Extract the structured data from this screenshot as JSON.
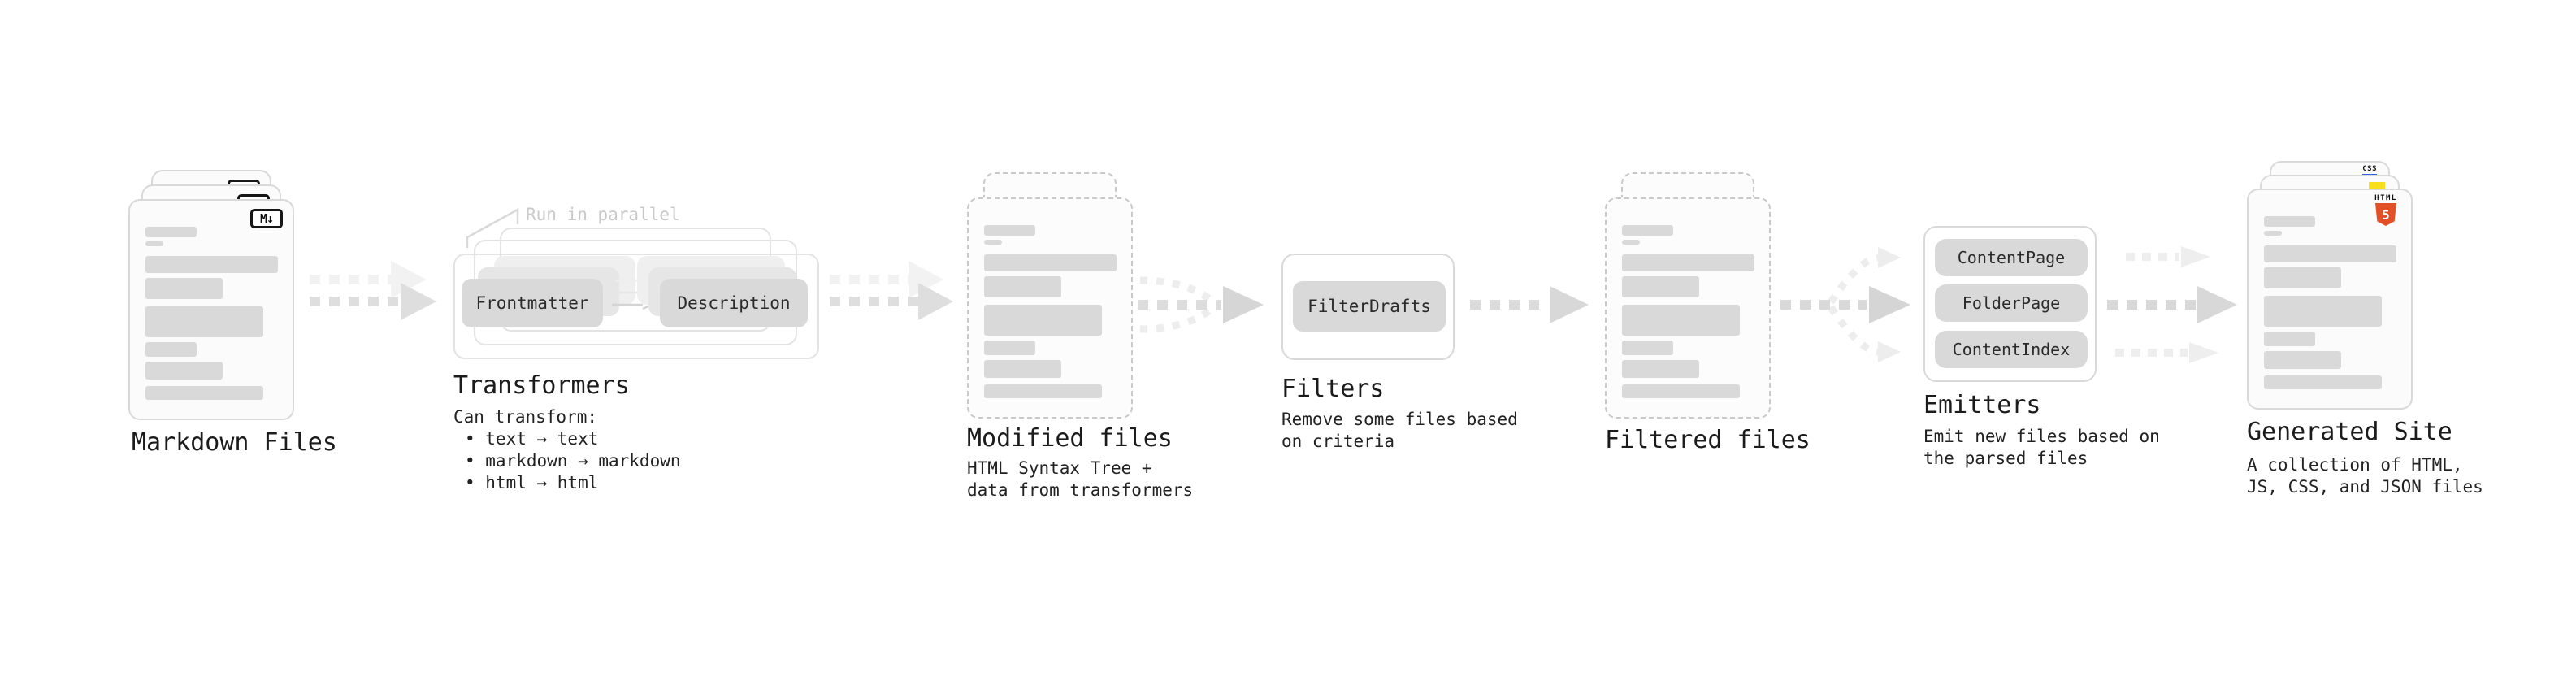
{
  "diagram": {
    "markdown_files": {
      "title": "Markdown Files",
      "badge": "M↓"
    },
    "transformers": {
      "title": "Transformers",
      "note": "Run in parallel",
      "node_a": "Frontmatter",
      "node_b": "Description",
      "desc_heading": "Can transform:",
      "bullets": [
        "• text → text",
        "• markdown → markdown",
        "• html → html"
      ]
    },
    "modified_files": {
      "title": "Modified files",
      "desc1": "HTML Syntax Tree +",
      "desc2": "data from transformers"
    },
    "filters": {
      "title": "Filters",
      "node": "FilterDrafts",
      "desc1": "Remove some files based",
      "desc2": "on criteria"
    },
    "filtered_files": {
      "title": "Filtered files"
    },
    "emitters": {
      "title": "Emitters",
      "nodes": [
        "ContentPage",
        "FolderPage",
        "ContentIndex"
      ],
      "desc1": "Emit new files based on",
      "desc2": "the parsed files"
    },
    "generated_site": {
      "title": "Generated Site",
      "badge_html_label": "HTML",
      "badge_html_five": "5",
      "badge_css": "CSS",
      "desc1": "A collection of HTML,",
      "desc2": "JS, CSS, and JSON files"
    }
  },
  "colors": {
    "html5_orange": "#e34f26",
    "js_yellow": "#f7df1e",
    "css_blue": "#2765f0",
    "card_border": "#d9d9d9",
    "bar_gray": "#d9d9d9",
    "arrow_gray": "#dedede",
    "arrow_ghost": "#f2f2f2",
    "note_gray": "#c9c9c9"
  }
}
